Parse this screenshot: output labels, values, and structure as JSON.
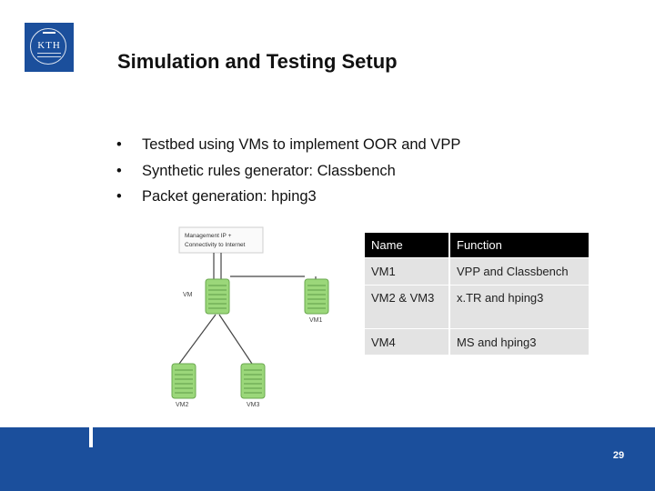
{
  "header": {
    "logo_text": "KTH",
    "title": "Simulation and Testing Setup"
  },
  "bullets": [
    "Testbed using VMs to implement OOR and VPP",
    "Synthetic rules generator: Classbench",
    "Packet generation: hping3"
  ],
  "diagram": {
    "mgmt_label_line1": "Management IP +",
    "mgmt_label_line2": "Connectivity to Internet",
    "vm1_left_label": "VM",
    "vm_right_label": "VM1",
    "vm_bottom_left_label": "VM2",
    "vm_bottom_right_label": "VM3"
  },
  "table": {
    "headers": [
      "Name",
      "Function"
    ],
    "rows": [
      [
        "VM1",
        "VPP and Classbench"
      ],
      [
        "VM2 & VM3",
        "x.TR and hping3"
      ],
      [
        "VM4",
        "MS and hping3"
      ]
    ]
  },
  "footer": {
    "page_number": "29"
  },
  "colors": {
    "brand_blue": "#1b4f9c",
    "table_header_bg": "#000000",
    "table_cell_bg": "#e3e3e3",
    "server_green": "#9bd77a"
  }
}
